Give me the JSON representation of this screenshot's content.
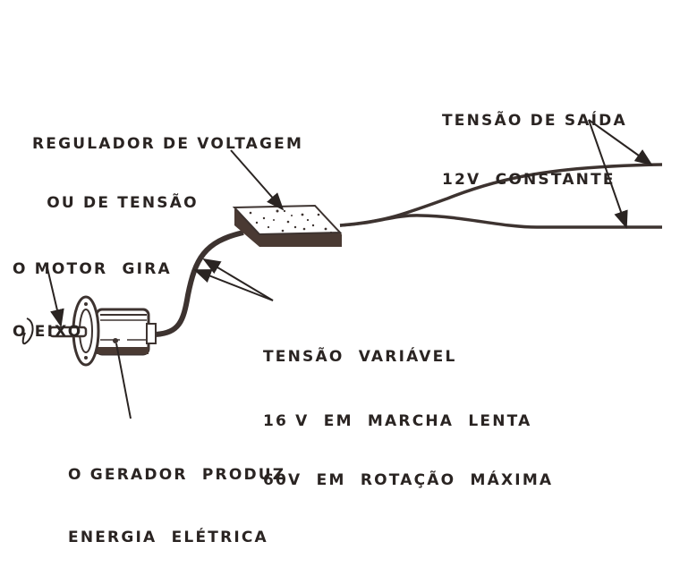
{
  "diagram": {
    "labels": {
      "regulator": [
        "REGULADOR DE VOLTAGEM",
        "  OU DE TENSÃO"
      ],
      "output": [
        "TENSÃO DE SAÍDA",
        "12V  CONSTANTE"
      ],
      "motor": [
        "O MOTOR  GIRA",
        "O EIXO"
      ],
      "variable": [
        "TENSÃO  VARIÁVEL",
        "16 V  EM  MARCHA  LENTA",
        "60V  EM  ROTAÇÃO  MÁXIMA"
      ],
      "generator": [
        "O GERADOR  PRODUZ",
        "ENERGIA  ELÉTRICA"
      ]
    },
    "components": [
      "motor-shaft",
      "generator",
      "cable",
      "voltage-regulator",
      "output-wires"
    ],
    "colors": {
      "ink": "#2a2422",
      "wire": "#3d3330",
      "regulator_side": "#4a3a33"
    }
  }
}
